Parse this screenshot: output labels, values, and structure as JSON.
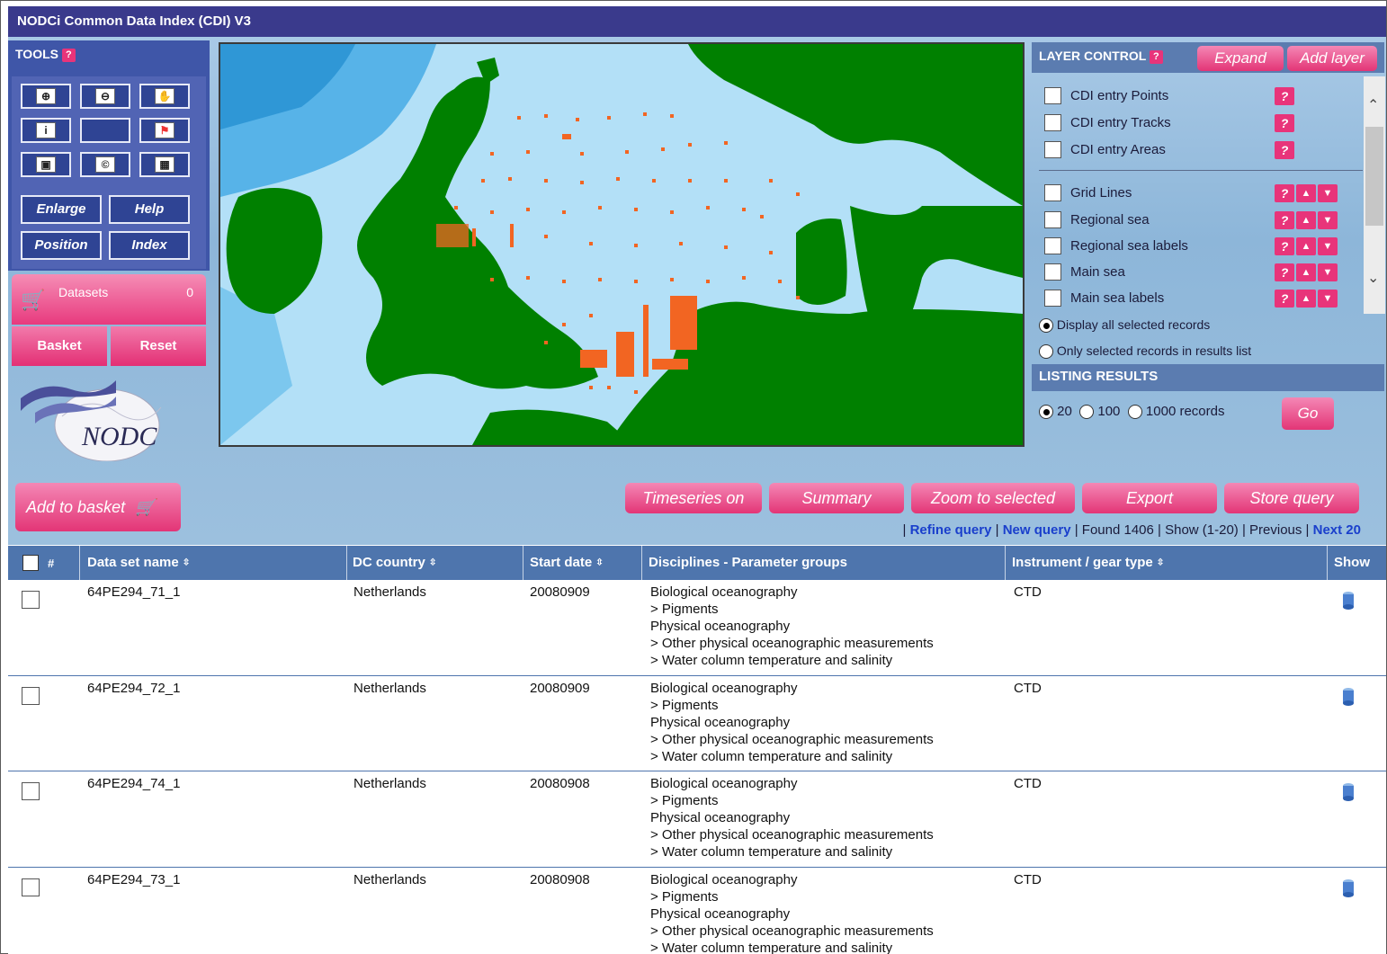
{
  "app": {
    "title": "NODCi Common Data Index (CDI) V3"
  },
  "tools": {
    "title": "TOOLS",
    "help": "?",
    "enlarge": "Enlarge",
    "help_label": "Help",
    "position": "Position",
    "index": "Index"
  },
  "basket": {
    "datasets_label": "Datasets",
    "count": "0",
    "basket_label": "Basket",
    "reset_label": "Reset",
    "add_label": "Add to basket"
  },
  "logo": {
    "text": "NODC"
  },
  "layer_control": {
    "title": "LAYER CONTROL",
    "help": "?",
    "expand": "Expand",
    "add_layer": "Add layer",
    "layers": [
      {
        "name": "CDI entry Points"
      },
      {
        "name": "CDI entry Tracks"
      },
      {
        "name": "CDI entry Areas"
      },
      {
        "name": "Grid Lines"
      },
      {
        "name": "Regional sea"
      },
      {
        "name": "Regional sea labels"
      },
      {
        "name": "Main sea"
      },
      {
        "name": "Main sea labels"
      }
    ],
    "display_all": "Display all selected records",
    "only_selected": "Only selected records in results list"
  },
  "listing": {
    "title": "LISTING RESULTS",
    "opt_20": "20",
    "opt_100": "100",
    "opt_1000": "1000 records",
    "go": "Go"
  },
  "actions": {
    "timeseries": "Timeseries on",
    "summary": "Summary",
    "zoom": "Zoom to selected",
    "export": "Export",
    "store": "Store query"
  },
  "nav": {
    "refine": "Refine query",
    "new": "New query",
    "found": "Found 1406",
    "show": "Show  (1-20)",
    "previous": "Previous",
    "next": "Next 20"
  },
  "table": {
    "headers": {
      "num": "#",
      "name": "Data set name",
      "country": "DC country",
      "date": "Start date",
      "disciplines": "Disciplines - Parameter groups",
      "instrument": "Instrument / gear type",
      "show": "Show"
    },
    "rows": [
      {
        "name": "64PE294_71_1",
        "country": "Netherlands",
        "date": "20080909",
        "d1": "Biological oceanography",
        "d2": "> Pigments",
        "d3": "Physical oceanography",
        "d4": "> Other physical oceanographic measurements",
        "d5": "> Water column temperature and salinity",
        "instrument": "CTD"
      },
      {
        "name": "64PE294_72_1",
        "country": "Netherlands",
        "date": "20080909",
        "d1": "Biological oceanography",
        "d2": "> Pigments",
        "d3": "Physical oceanography",
        "d4": "> Other physical oceanographic measurements",
        "d5": "> Water column temperature and salinity",
        "instrument": "CTD"
      },
      {
        "name": "64PE294_74_1",
        "country": "Netherlands",
        "date": "20080908",
        "d1": "Biological oceanography",
        "d2": "> Pigments",
        "d3": "Physical oceanography",
        "d4": "> Other physical oceanographic measurements",
        "d5": "> Water column temperature and salinity",
        "instrument": "CTD"
      },
      {
        "name": "64PE294_73_1",
        "country": "Netherlands",
        "date": "20080908",
        "d1": "Biological oceanography",
        "d2": "> Pigments",
        "d3": "Physical oceanography",
        "d4": "> Other physical oceanographic measurements",
        "d5": "> Water column temperature and salinity",
        "instrument": "CTD"
      }
    ]
  },
  "colors": {
    "title_bar": "#3a3a8c",
    "land": "#008000",
    "sea": "#b3e0f7",
    "accent": "#e8347a",
    "points": "#f26522"
  }
}
